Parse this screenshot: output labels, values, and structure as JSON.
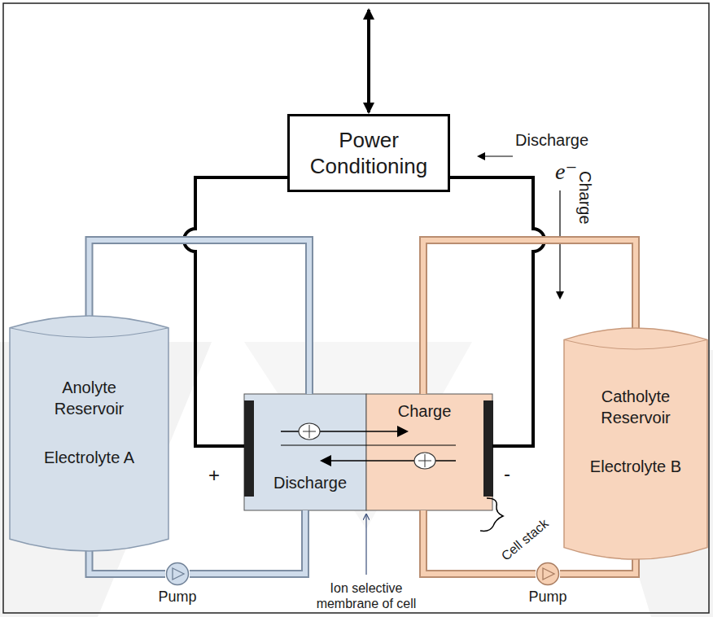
{
  "diagram": {
    "nodes": [
      {
        "text": [
          "Power Conditioning"
        ]
      },
      {
        "text": [
          "Anolyte Reservoir",
          "Electrolyte A"
        ]
      },
      {
        "text": [
          "Discharge"
        ]
      },
      {
        "text": [
          "Charge"
        ]
      },
      {
        "text": [
          "Catholyte Reservoir",
          "Electrolyte B"
        ]
      },
      {
        "text": [
          "Pump"
        ]
      },
      {
        "text": [
          "Pump"
        ]
      }
    ],
    "edges": [
      {
        "from": 0,
        "to": 2,
        "arrow": "none"
      },
      {
        "from": 0,
        "to": 3,
        "arrow": "none"
      },
      {
        "from": 1,
        "to": 2,
        "arrow": "none"
      },
      {
        "from": 1,
        "to": 5,
        "arrow": "none"
      },
      {
        "from": 5,
        "to": 2,
        "arrow": "none"
      },
      {
        "from": 4,
        "to": 3,
        "arrow": "none"
      },
      {
        "from": 4,
        "to": 6,
        "arrow": "none"
      },
      {
        "from": 6,
        "to": 3,
        "arrow": "none"
      }
    ],
    "labels": [
      "Discharge",
      "e⁻",
      "Charge",
      "+",
      "-",
      "Cell stack",
      "Ion selective membrane of cell"
    ]
  }
}
